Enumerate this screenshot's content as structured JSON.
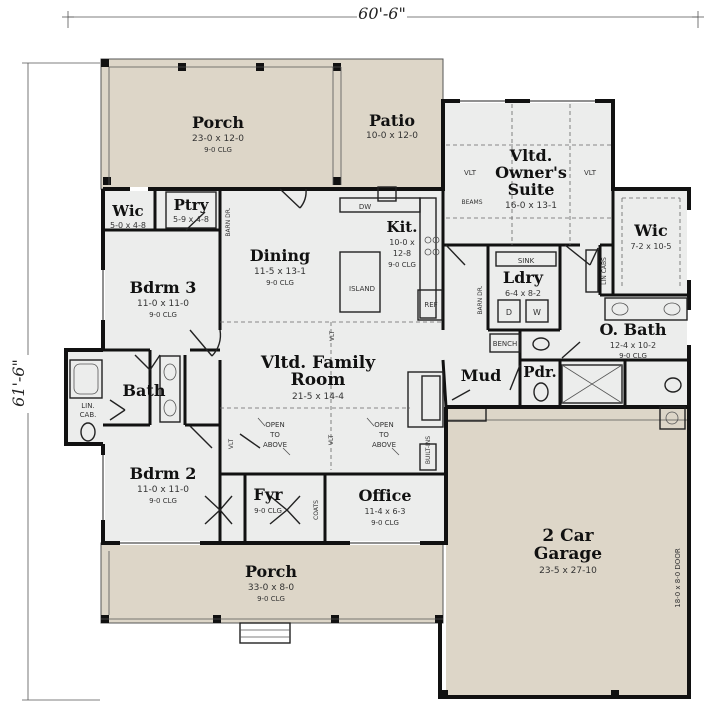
{
  "dimensions": {
    "width_label": "60'-6\"",
    "height_label": "61'-6\""
  },
  "rooms": {
    "porch_rear": {
      "name": "Porch",
      "size": "23-0 x 12-0",
      "clg": "9-0 CLG"
    },
    "patio": {
      "name": "Patio",
      "size": "10-0 x 12-0"
    },
    "owners_suite": {
      "name_1": "Vltd.",
      "name_2": "Owner's",
      "name_3": "Suite",
      "size": "16-0 x 13-1"
    },
    "wic_left": {
      "name": "Wic",
      "size": "5-0 x 4-8"
    },
    "ptry": {
      "name": "Ptry",
      "size": "5-9 x 4-8"
    },
    "dining": {
      "name": "Dining",
      "size": "11-5 x 13-1",
      "clg": "9-0 CLG"
    },
    "kit": {
      "name": "Kit.",
      "size_1": "10-0 x",
      "size_2": "12-8",
      "clg": "9-0 CLG"
    },
    "wic_right": {
      "name": "Wic",
      "size": "7-2 x 10-5"
    },
    "bdrm3": {
      "name": "Bdrm 3",
      "size": "11-0 x 11-0",
      "clg": "9-0 CLG"
    },
    "ldry": {
      "name": "Ldry",
      "size": "6-4 x 8-2"
    },
    "obath": {
      "name": "O. Bath",
      "size": "12-4 x 10-2",
      "clg": "9-0 CLG"
    },
    "family": {
      "name_1": "Vltd. Family",
      "name_2": "Room",
      "size": "21-5 x 14-4"
    },
    "bath": {
      "name": "Bath"
    },
    "mud": {
      "name": "Mud"
    },
    "pdr": {
      "name": "Pdr."
    },
    "bdrm2": {
      "name": "Bdrm 2",
      "size": "11-0 x 11-0",
      "clg": "9-0 CLG"
    },
    "fyr": {
      "name": "Fyr",
      "clg": "9-0 CLG"
    },
    "office": {
      "name": "Office",
      "size": "11-4 x 6-3",
      "clg": "9-0 CLG"
    },
    "garage": {
      "name_1": "2 Car",
      "name_2": "Garage",
      "size": "23-5 x 27-10",
      "door": "18-0 x 8-0 DOOR"
    },
    "porch_front": {
      "name": "Porch",
      "size": "33-0 x 8-0",
      "clg": "9-0 CLG"
    }
  },
  "notes": {
    "dw": "DW",
    "island": "ISLAND",
    "ref": "REF",
    "sink": "SINK",
    "barn_dr_1": "BARN DR.",
    "barn_dr_2": "BARN DR.",
    "vlt": "VLT",
    "beams": "BEAMS",
    "bench": "BENCH",
    "lin_cab_1": "LIN.",
    "lin_cab_2": "CAB.",
    "lin_cabs": "LIN CABS",
    "coats": "COATS",
    "built_ins": "BUILT-INS",
    "open_1": "OPEN",
    "open_2": "TO",
    "open_3": "ABOVE",
    "d": "D",
    "w": "W"
  }
}
